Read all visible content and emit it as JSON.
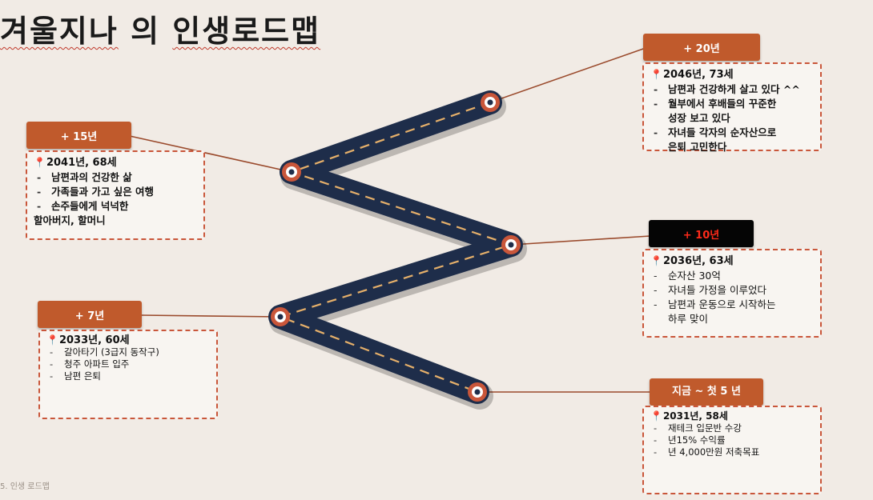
{
  "title_parts": [
    "겨울지나",
    "의",
    "인생로드맵"
  ],
  "footer": "5. 인생 로드맵",
  "milestones": [
    {
      "tag": "+ 20년",
      "head": "2046년, 73세",
      "items": [
        "남편과 건강하게 살고 있다 ^^",
        "월부에서 후배들의 꾸준한",
        "성장 보고 있다",
        "자녀들 각자의 순자산으로",
        "은퇴 고민한다"
      ]
    },
    {
      "tag": "+ 15년",
      "head": "2041년, 68세",
      "items": [
        "남편과의 건강한 삶",
        "가족들과 가고 싶은 여행",
        "손주들에게 넉넉한",
        "할아버지, 할머니"
      ]
    },
    {
      "tag": "+ 10년",
      "head": "2036년, 63세",
      "items": [
        "순자산 30억",
        "자녀들 가정을 이루었다",
        "남편과  운동으로 시작하는",
        "하루 맞이"
      ]
    },
    {
      "tag": "+ 7년",
      "head": "2033년, 60세",
      "items": [
        "갈아타기 (3급지  동작구)",
        "청주 아파트 입주",
        "남편 은퇴"
      ]
    },
    {
      "tag": "지금 ~ 첫 5 년",
      "head": "2031년, 58세",
      "items": [
        "재테크 입문반 수강",
        "년15% 수익률",
        "년 4,000만원 저축목표"
      ]
    }
  ],
  "colors": {
    "background": "#f1ebe5",
    "tag": "#c05a2c",
    "tag_highlight_bg": "#050505",
    "tag_highlight_text": "#ff2a1a",
    "road": "#1e2d4a",
    "road_dash": "#e6b06a",
    "marker": "#c9563a",
    "box_border": "#c9563a",
    "connector": "#9a4a2c"
  },
  "icons": {
    "pin": "pushpin-icon",
    "waypoint": "waypoint-marker-icon"
  }
}
